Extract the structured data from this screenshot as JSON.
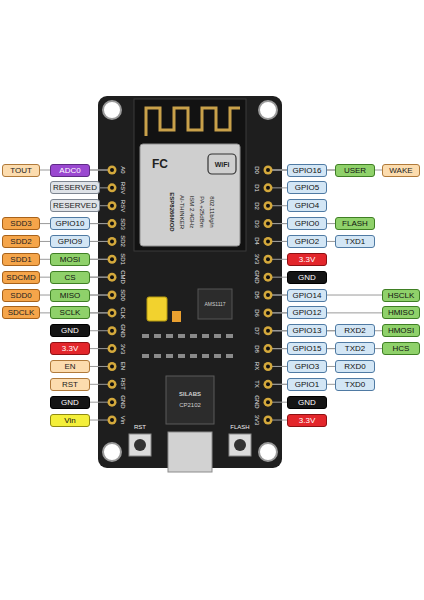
{
  "diagram": {
    "nodes": [
      {
        "text": [
          "TOUT"
        ]
      },
      {
        "text": [
          "ADC0"
        ]
      },
      {
        "text": [
          "RESERVED"
        ]
      },
      {
        "text": [
          "RESERVED"
        ]
      },
      {
        "text": [
          "SDD3"
        ]
      },
      {
        "text": [
          "GPIO10"
        ]
      },
      {
        "text": [
          "SDD2"
        ]
      },
      {
        "text": [
          "GPIO9"
        ]
      },
      {
        "text": [
          "SDD1"
        ]
      },
      {
        "text": [
          "MOSI"
        ]
      },
      {
        "text": [
          "SDCMD"
        ]
      },
      {
        "text": [
          "CS"
        ]
      },
      {
        "text": [
          "SDD0"
        ]
      },
      {
        "text": [
          "MISO"
        ]
      },
      {
        "text": [
          "SDCLK"
        ]
      },
      {
        "text": [
          "SCLK"
        ]
      },
      {
        "text": [
          "GND"
        ]
      },
      {
        "text": [
          "3.3V"
        ]
      },
      {
        "text": [
          "EN"
        ]
      },
      {
        "text": [
          "RST"
        ]
      },
      {
        "text": [
          "GND"
        ]
      },
      {
        "text": [
          "Vin"
        ]
      },
      {
        "text": [
          "GPIO16"
        ]
      },
      {
        "text": [
          "USER"
        ]
      },
      {
        "text": [
          "WAKE"
        ]
      },
      {
        "text": [
          "GPIO5"
        ]
      },
      {
        "text": [
          "GPIO4"
        ]
      },
      {
        "text": [
          "GPIO0"
        ]
      },
      {
        "text": [
          "FLASH"
        ]
      },
      {
        "text": [
          "GPIO2"
        ]
      },
      {
        "text": [
          "TXD1"
        ]
      },
      {
        "text": [
          "3.3V"
        ]
      },
      {
        "text": [
          "GND"
        ]
      },
      {
        "text": [
          "GPIO14"
        ]
      },
      {
        "text": [
          "HSCLK"
        ]
      },
      {
        "text": [
          "GPIO12"
        ]
      },
      {
        "text": [
          "HMISO"
        ]
      },
      {
        "text": [
          "GPIO13"
        ]
      },
      {
        "text": [
          "RXD2"
        ]
      },
      {
        "text": [
          "HMOSI"
        ]
      },
      {
        "text": [
          "GPIO15"
        ]
      },
      {
        "text": [
          "TXD2"
        ]
      },
      {
        "text": [
          "HCS"
        ]
      },
      {
        "text": [
          "GPIO3"
        ]
      },
      {
        "text": [
          "RXD0"
        ]
      },
      {
        "text": [
          "GPIO1"
        ]
      },
      {
        "text": [
          "TXD0"
        ]
      },
      {
        "text": [
          "GND"
        ]
      },
      {
        "text": [
          "3.3V"
        ]
      }
    ],
    "labels": [
      "A0",
      "RSV",
      "RSV",
      "SD3",
      "SD2",
      "SD1",
      "CMD",
      "SD0",
      "CLK",
      "GND",
      "3V3",
      "EN",
      "RST",
      "GND",
      "Vin",
      "D0",
      "D1",
      "D2",
      "D3",
      "D4",
      "3V3",
      "GND",
      "D5",
      "D6",
      "D7",
      "D8",
      "RX",
      "TX",
      "GND",
      "3V3",
      "FC",
      "WiFi",
      "ESP8266MOD",
      "AI-THINKER",
      "ISM 2.4GHz",
      "PA +25dBm",
      "802.11b/g/n",
      "AMS1117",
      "SILABS",
      "CP2102",
      "RST",
      "FLASH"
    ]
  }
}
